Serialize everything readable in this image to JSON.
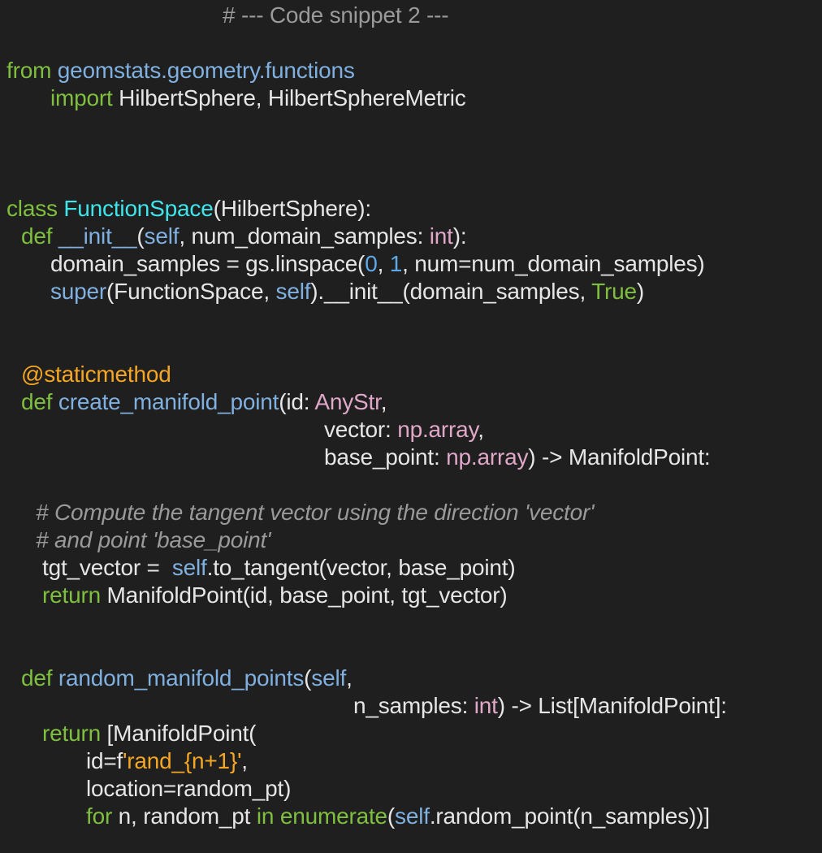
{
  "window": {
    "background": "#1f1f1f"
  },
  "colors": {
    "plain": "#e6e6e6",
    "keyword": "#7fbf3f",
    "module": "#7fb0e0",
    "class": "#3ee6ec",
    "builtin": "#7fb0e0",
    "number": "#5fa8e8",
    "type": "#e0a8c8",
    "decorator": "#f5a623",
    "string": "#f5a623",
    "comment": "#9a9a9a"
  },
  "code": {
    "lines": [
      {
        "tokens": [
          {
            "t": "header",
            "v": "# --- Code snippet 2 ---"
          }
        ]
      },
      {
        "tokens": []
      },
      {
        "tokens": [
          {
            "t": "keyword",
            "v": "from"
          },
          {
            "t": "plain",
            "v": " "
          },
          {
            "t": "module",
            "v": "geomstats.geometry.functions"
          }
        ]
      },
      {
        "tokens": [
          {
            "t": "keyword",
            "v": "import"
          },
          {
            "t": "plain",
            "v": " HilbertSphere, HilbertSphereMetric"
          }
        ]
      },
      {
        "tokens": []
      },
      {
        "tokens": []
      },
      {
        "tokens": []
      },
      {
        "tokens": [
          {
            "t": "keyword",
            "v": "class"
          },
          {
            "t": "plain",
            "v": " "
          },
          {
            "t": "class",
            "v": "FunctionSpace"
          },
          {
            "t": "plain",
            "v": "(HilbertSphere):"
          }
        ]
      },
      {
        "tokens": [
          {
            "t": "keyword",
            "v": "def"
          },
          {
            "t": "plain",
            "v": " "
          },
          {
            "t": "builtin",
            "v": "__init__"
          },
          {
            "t": "plain",
            "v": "("
          },
          {
            "t": "builtin",
            "v": "self"
          },
          {
            "t": "plain",
            "v": ", num_domain_samples: "
          },
          {
            "t": "type",
            "v": "int"
          },
          {
            "t": "plain",
            "v": "):"
          }
        ]
      },
      {
        "tokens": [
          {
            "t": "plain",
            "v": "domain_samples = gs.linspace("
          },
          {
            "t": "number",
            "v": "0"
          },
          {
            "t": "plain",
            "v": ", "
          },
          {
            "t": "number",
            "v": "1"
          },
          {
            "t": "plain",
            "v": ", num=num_domain_samples)"
          }
        ]
      },
      {
        "tokens": [
          {
            "t": "builtin",
            "v": "super"
          },
          {
            "t": "plain",
            "v": "(FunctionSpace, "
          },
          {
            "t": "builtin",
            "v": "self"
          },
          {
            "t": "plain",
            "v": ").__init__(domain_samples, "
          },
          {
            "t": "const",
            "v": "True"
          },
          {
            "t": "plain",
            "v": ")"
          }
        ]
      },
      {
        "tokens": []
      },
      {
        "tokens": []
      },
      {
        "tokens": [
          {
            "t": "decorator",
            "v": "@staticmethod"
          }
        ]
      },
      {
        "tokens": [
          {
            "t": "keyword",
            "v": "def"
          },
          {
            "t": "plain",
            "v": " "
          },
          {
            "t": "builtin",
            "v": "create_manifold_point"
          },
          {
            "t": "plain",
            "v": "(id: "
          },
          {
            "t": "type",
            "v": "AnyStr"
          },
          {
            "t": "plain",
            "v": ","
          }
        ]
      },
      {
        "tokens": [
          {
            "t": "plain",
            "v": "vector: "
          },
          {
            "t": "type",
            "v": "np.array"
          },
          {
            "t": "plain",
            "v": ","
          }
        ]
      },
      {
        "tokens": [
          {
            "t": "plain",
            "v": "base_point: "
          },
          {
            "t": "type",
            "v": "np.array"
          },
          {
            "t": "plain",
            "v": ") -> ManifoldPoint:"
          }
        ]
      },
      {
        "tokens": []
      },
      {
        "tokens": [
          {
            "t": "comment",
            "v": "# Compute the tangent vector using the direction 'vector'"
          }
        ]
      },
      {
        "tokens": [
          {
            "t": "comment",
            "v": "# and point 'base_point'"
          }
        ]
      },
      {
        "tokens": [
          {
            "t": "plain",
            "v": "tgt_vector =  "
          },
          {
            "t": "builtin",
            "v": "self"
          },
          {
            "t": "plain",
            "v": ".to_tangent(vector, base_point)"
          }
        ]
      },
      {
        "tokens": [
          {
            "t": "keyword",
            "v": "return"
          },
          {
            "t": "plain",
            "v": " ManifoldPoint(id, base_point, tgt_vector)"
          }
        ]
      },
      {
        "tokens": []
      },
      {
        "tokens": []
      },
      {
        "tokens": [
          {
            "t": "keyword",
            "v": "def"
          },
          {
            "t": "plain",
            "v": " "
          },
          {
            "t": "builtin",
            "v": "random_manifold_points"
          },
          {
            "t": "plain",
            "v": "("
          },
          {
            "t": "builtin",
            "v": "self"
          },
          {
            "t": "plain",
            "v": ","
          }
        ]
      },
      {
        "tokens": [
          {
            "t": "plain",
            "v": "n_samples: "
          },
          {
            "t": "type",
            "v": "int"
          },
          {
            "t": "plain",
            "v": ") -> List[ManifoldPoint]:"
          }
        ]
      },
      {
        "tokens": [
          {
            "t": "keyword",
            "v": "return"
          },
          {
            "t": "plain",
            "v": " [ManifoldPoint("
          }
        ]
      },
      {
        "tokens": [
          {
            "t": "plain",
            "v": "id=f"
          },
          {
            "t": "string",
            "v": "'rand_{n+1}'"
          },
          {
            "t": "plain",
            "v": ","
          }
        ]
      },
      {
        "tokens": [
          {
            "t": "plain",
            "v": "location=random_pt)"
          }
        ]
      },
      {
        "tokens": [
          {
            "t": "keyword",
            "v": "for"
          },
          {
            "t": "plain",
            "v": " n, random_pt "
          },
          {
            "t": "keyword",
            "v": "in"
          },
          {
            "t": "plain",
            "v": " "
          },
          {
            "t": "keyword",
            "v": "enumerate"
          },
          {
            "t": "plain",
            "v": "("
          },
          {
            "t": "builtin",
            "v": "self"
          },
          {
            "t": "plain",
            "v": ".random_point(n_samples))]"
          }
        ]
      }
    ]
  }
}
